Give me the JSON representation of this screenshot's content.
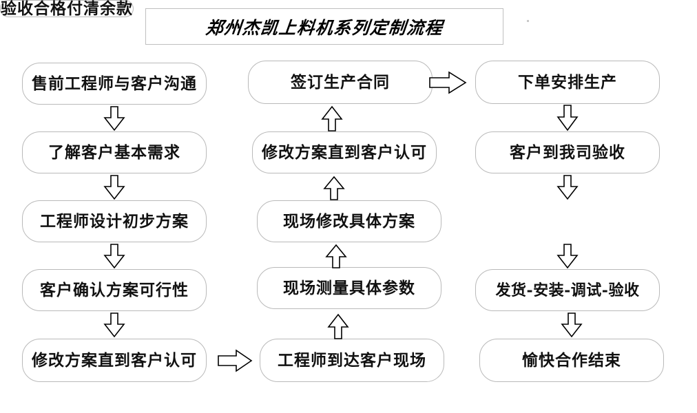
{
  "title": {
    "text": "郑州杰凯上料机系列定制流程"
  },
  "colors": {
    "node_border": "#b9b9b9",
    "title_border": "#bfbfbf",
    "arrow_stroke": "#000000",
    "text": "#111111",
    "background": "#ffffff"
  },
  "columns": {
    "left": {
      "name": "pre-sales-column",
      "nodes": [
        {
          "id": "l1",
          "label": "售前工程师与客户沟通"
        },
        {
          "id": "l2",
          "label": "了解客户基本需求"
        },
        {
          "id": "l3",
          "label": "工程师设计初步方案"
        },
        {
          "id": "l4",
          "label": "客户确认方案可行性"
        },
        {
          "id": "l5",
          "label": "修改方案直到客户认可"
        }
      ]
    },
    "middle": {
      "name": "on-site-column",
      "nodes": [
        {
          "id": "m1",
          "label": "签订生产合同"
        },
        {
          "id": "m2",
          "label": "修改方案直到客户认可"
        },
        {
          "id": "m3",
          "label": "现场修改具体方案"
        },
        {
          "id": "m4",
          "label": "现场测量具体参数"
        },
        {
          "id": "m5",
          "label": "工程师到达客户现场"
        }
      ]
    },
    "right": {
      "name": "production-column",
      "nodes": [
        {
          "id": "r1",
          "label": "下单安排生产"
        },
        {
          "id": "r2",
          "label": "客户到我司验收"
        },
        {
          "id": "r3",
          "label": "验收合格付清余款"
        },
        {
          "id": "r4",
          "label": "发货-安装-调试-验收"
        },
        {
          "id": "r5",
          "label": "愉快合作结束"
        }
      ]
    }
  },
  "connectors": [
    {
      "id": "c-l1-l2",
      "name": "arrow-down-left-1",
      "direction": "down"
    },
    {
      "id": "c-l2-l3",
      "name": "arrow-down-left-2",
      "direction": "down"
    },
    {
      "id": "c-l3-l4",
      "name": "arrow-down-left-3",
      "direction": "down"
    },
    {
      "id": "c-l4-l5",
      "name": "arrow-down-left-4",
      "direction": "down"
    },
    {
      "id": "c-l5-m5",
      "name": "arrow-right-left-to-middle",
      "direction": "right"
    },
    {
      "id": "c-m5-m4",
      "name": "arrow-up-middle-1",
      "direction": "up"
    },
    {
      "id": "c-m4-m3",
      "name": "arrow-up-middle-2",
      "direction": "up"
    },
    {
      "id": "c-m3-m2",
      "name": "arrow-up-middle-3",
      "direction": "up"
    },
    {
      "id": "c-m2-m1",
      "name": "arrow-up-middle-4",
      "direction": "up"
    },
    {
      "id": "c-m1-r1",
      "name": "arrow-right-middle-to-right",
      "direction": "right"
    },
    {
      "id": "c-r1-r2",
      "name": "arrow-down-right-1",
      "direction": "down"
    },
    {
      "id": "c-r2-r3",
      "name": "arrow-down-right-2",
      "direction": "down"
    },
    {
      "id": "c-r3-r4",
      "name": "arrow-down-right-3",
      "direction": "down"
    },
    {
      "id": "c-r4-r5",
      "name": "arrow-down-right-4",
      "direction": "down"
    }
  ]
}
